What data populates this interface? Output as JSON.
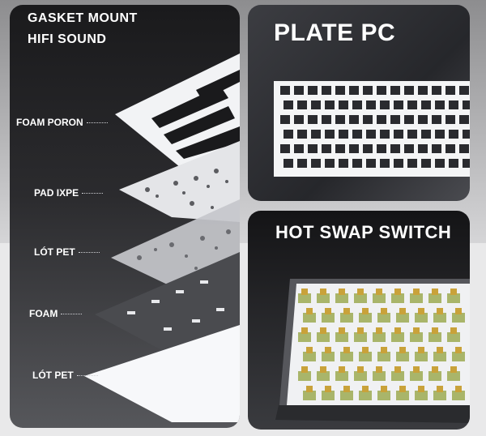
{
  "left_panel": {
    "title_line1": "GASKET MOUNT",
    "title_line2": "HIFI SOUND",
    "layers": [
      {
        "label": "FOAM PORON"
      },
      {
        "label": "PAD IXPE"
      },
      {
        "label": "LÓT PET"
      },
      {
        "label": "FOAM"
      },
      {
        "label": "LÓT PET"
      }
    ]
  },
  "plate_panel": {
    "title": "PLATE PC"
  },
  "swap_panel": {
    "title": "HOT SWAP SWITCH"
  },
  "colors": {
    "panel_dark": "#1e1f22",
    "plate_white": "#f4f5f6",
    "switch_stem": "#c9a23a",
    "switch_base": "#a9b56a"
  }
}
